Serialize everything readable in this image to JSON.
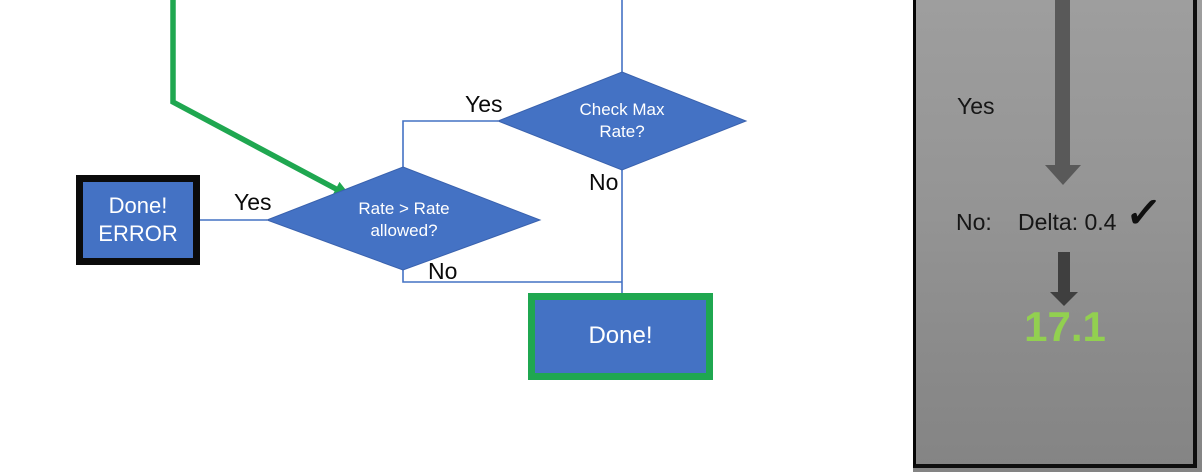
{
  "colors": {
    "shape_blue": "#4472C4",
    "shape_blue_border": "#3A62AE",
    "connector_blue": "#4472C4",
    "flow_green": "#1FA750",
    "result_green": "#92D050",
    "box_border_black": "#0b0b0b",
    "panel_arrow_gray": "#595959",
    "panel_arrow_dark_gray": "#3f3f3f",
    "panel_gray_top": "#9e9e9e",
    "panel_gray_bottom": "#848484"
  },
  "flowchart": {
    "check_max_diamond_label": "Check Max\nRate?",
    "rate_diamond_label": "Rate > Rate\nallowed?",
    "done_error_label": "Done!\nERROR",
    "done_label": "Done!",
    "check_max_yes": "Yes",
    "check_max_no": "No",
    "rate_yes": "Yes",
    "rate_no": "No"
  },
  "side_panel": {
    "yes_label": "Yes",
    "no_label": "No:",
    "delta_text": "Delta: 0.4",
    "checkmark": "✓",
    "result_value": "17.1"
  }
}
